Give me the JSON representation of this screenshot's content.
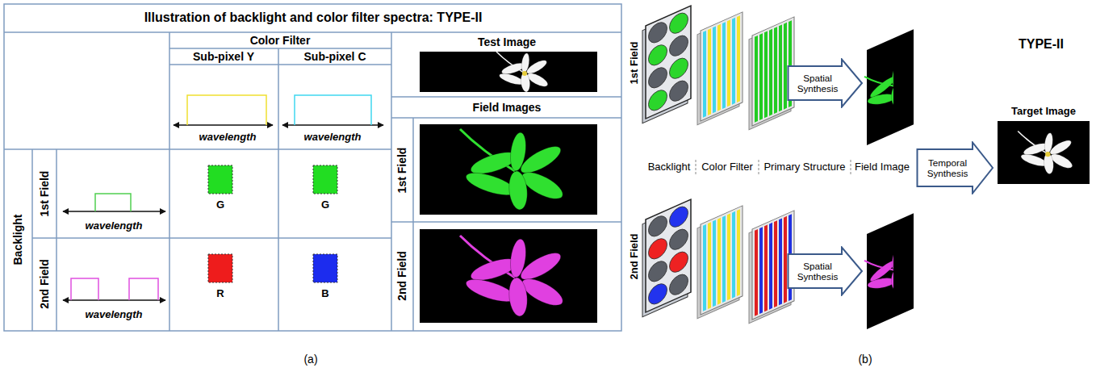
{
  "diagram": {
    "nodes": [
      {
        "text": [
          "Spatial Synthesis"
        ]
      },
      {
        "text": [
          "Spatial Synthesis"
        ]
      },
      {
        "text": [
          "Temporal Synthesis"
        ]
      }
    ],
    "labels": [
      "Illustration of backlight and color filter spectra: TYPE-II",
      "Color Filter",
      "Sub-pixel Y",
      "Sub-pixel C",
      "wavelength",
      "wavelength",
      "Backlight",
      "1st Field",
      "wavelength",
      "G",
      "G",
      "2nd Field",
      "wavelength",
      "R",
      "B",
      "Test Image",
      "Field Images",
      "1st Field",
      "2nd Field",
      "(a)",
      "TYPE-II",
      "1st Field",
      "2nd Field",
      "Backlight",
      "Color Filter",
      "Primary Structure",
      "Field Image",
      "Target Image",
      "(b)"
    ]
  }
}
